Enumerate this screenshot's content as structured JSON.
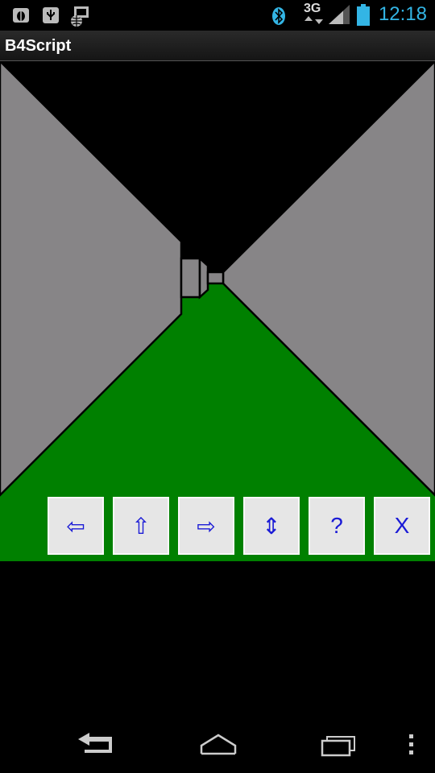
{
  "status_bar": {
    "time": "12:18",
    "network_type": "3G",
    "icons": [
      "debug-icon",
      "usb-icon",
      "network-globe-icon",
      "bluetooth-icon",
      "signal-icon",
      "battery-icon"
    ]
  },
  "app": {
    "title": "B4Script"
  },
  "scene": {
    "wall_color": "#878587",
    "floor_color": "#008000",
    "ceiling_color": "#000000"
  },
  "controls": {
    "turn_left": "⇦",
    "forward": "⇧",
    "turn_right": "⇨",
    "up_down": "⇕",
    "help": "?",
    "exit": "X"
  },
  "nav_bar": {
    "icons": [
      "back-icon",
      "home-icon",
      "recent-apps-icon",
      "menu-icon"
    ]
  }
}
